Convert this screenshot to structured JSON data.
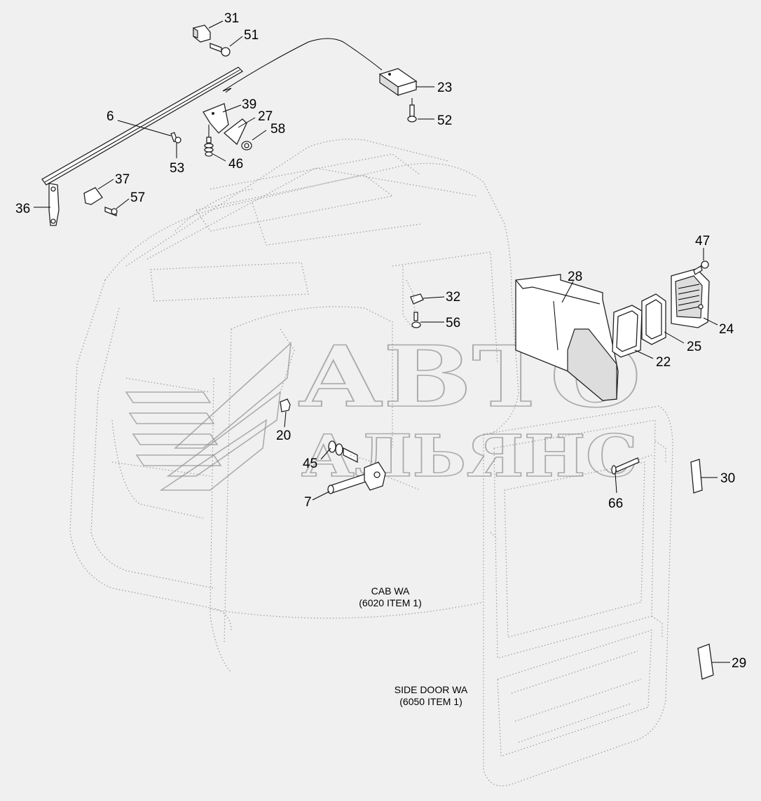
{
  "callouts": {
    "c31": "31",
    "c51": "51",
    "c23": "23",
    "c52": "52",
    "c6": "6",
    "c39": "39",
    "c27": "27",
    "c58": "58",
    "c53": "53",
    "c46": "46",
    "c37": "37",
    "c57": "57",
    "c36": "36",
    "c47": "47",
    "c28": "28",
    "c32": "32",
    "c56": "56",
    "c24": "24",
    "c25": "25",
    "c22": "22",
    "c20": "20",
    "c45": "45",
    "c7": "7",
    "c30": "30",
    "c66": "66",
    "c29": "29"
  },
  "notes": {
    "cab_line1": "CAB WA",
    "cab_line2": "(6020 ITEM 1)",
    "door_line1": "SIDE DOOR WA",
    "door_line2": "(6050 ITEM 1)"
  },
  "watermark": {
    "line1": "АВТО",
    "line2": "АЛЬЯНС"
  },
  "colors": {
    "background": "#f0f0f0",
    "line": "#222222",
    "phantom": "#9a9a9a",
    "watermark": "#8e8e8e"
  }
}
